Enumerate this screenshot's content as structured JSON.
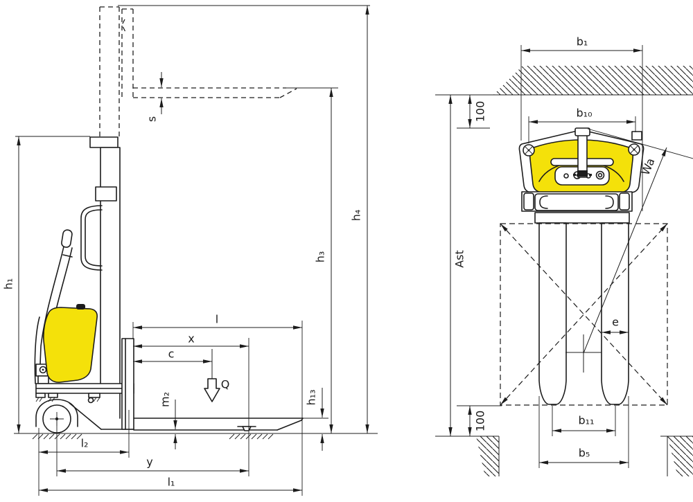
{
  "colors": {
    "line": "#1c1c1c",
    "accent_yellow": "#F4E10A",
    "background": "#ffffff"
  },
  "side_view": {
    "h1": "h₁",
    "s": "s",
    "h3": "h₃",
    "h4": "h₄",
    "h13": "h₁₃",
    "m2": "m₂",
    "l": "l",
    "x": "x",
    "c": "c",
    "load": "Q",
    "l2": "l₂",
    "y": "y",
    "l1": "l₁"
  },
  "top_view": {
    "b1": "b₁",
    "clearance_top": "100",
    "b10": "b₁₀",
    "wa": "Wa",
    "ast": "Ast",
    "e": "e",
    "b11": "b₁₁",
    "b5": "b₅",
    "clearance_bottom": "100"
  }
}
